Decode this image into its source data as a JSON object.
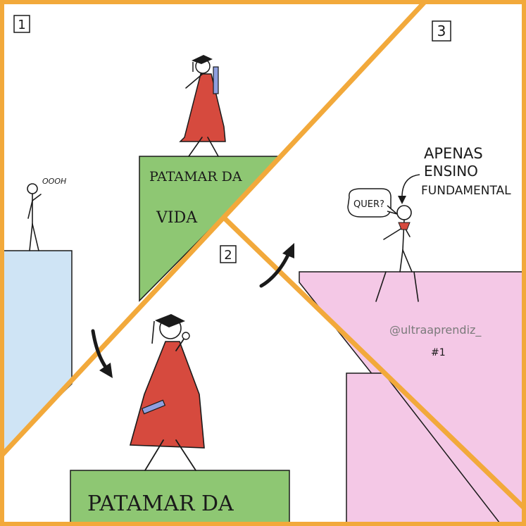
{
  "panels": [
    {
      "number": "1"
    },
    {
      "number": "2"
    },
    {
      "number": "3"
    }
  ],
  "panel1": {
    "speech": "OOOH",
    "platform_text_line1": "PATAMAR DA",
    "platform_text_line2": "VIDA"
  },
  "panel2": {
    "platform_text": "PATAMAR DA"
  },
  "panel3": {
    "caption_line1": "APENAS",
    "caption_line2": "ENSINO",
    "caption_line3": "FUNDAMENTAL",
    "speech": "QUER?",
    "credit": "@ultraaprendiz_",
    "issue": "#1"
  },
  "colors": {
    "border": "#f2a93b",
    "blue_block": "#cfe4f5",
    "green_block": "#8ec773",
    "pink_block": "#f4c8e6",
    "gown": "#d64a3e",
    "diploma": "#8f9fe0"
  }
}
